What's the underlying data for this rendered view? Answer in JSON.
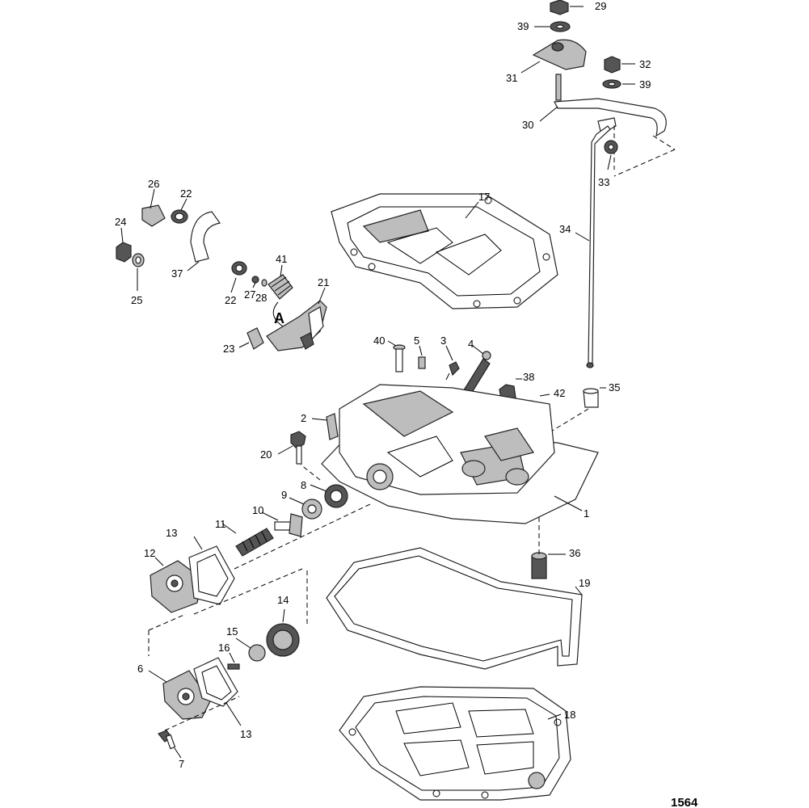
{
  "figure_number": "1564",
  "detail_marker": "A",
  "callouts": {
    "c1": "1",
    "c2": "2",
    "c3": "3",
    "c4": "4",
    "c5": "5",
    "c6": "6",
    "c7": "7",
    "c8": "8",
    "c9": "9",
    "c10": "10",
    "c11": "11",
    "c12": "12",
    "c13a": "13",
    "c13b": "13",
    "c14": "14",
    "c15": "15",
    "c16": "16",
    "c17": "17",
    "c18": "18",
    "c19": "19",
    "c20": "20",
    "c21": "21",
    "c22a": "22",
    "c22b": "22",
    "c23": "23",
    "c24": "24",
    "c25": "25",
    "c26": "26",
    "c27": "27",
    "c28": "28",
    "c29": "29",
    "c30": "30",
    "c31": "31",
    "c32": "32",
    "c33": "33",
    "c34": "34",
    "c35": "35",
    "c36": "36",
    "c37": "37",
    "c38": "38",
    "c39a": "39",
    "c39b": "39",
    "c40": "40",
    "c41": "41",
    "c42": "42"
  }
}
